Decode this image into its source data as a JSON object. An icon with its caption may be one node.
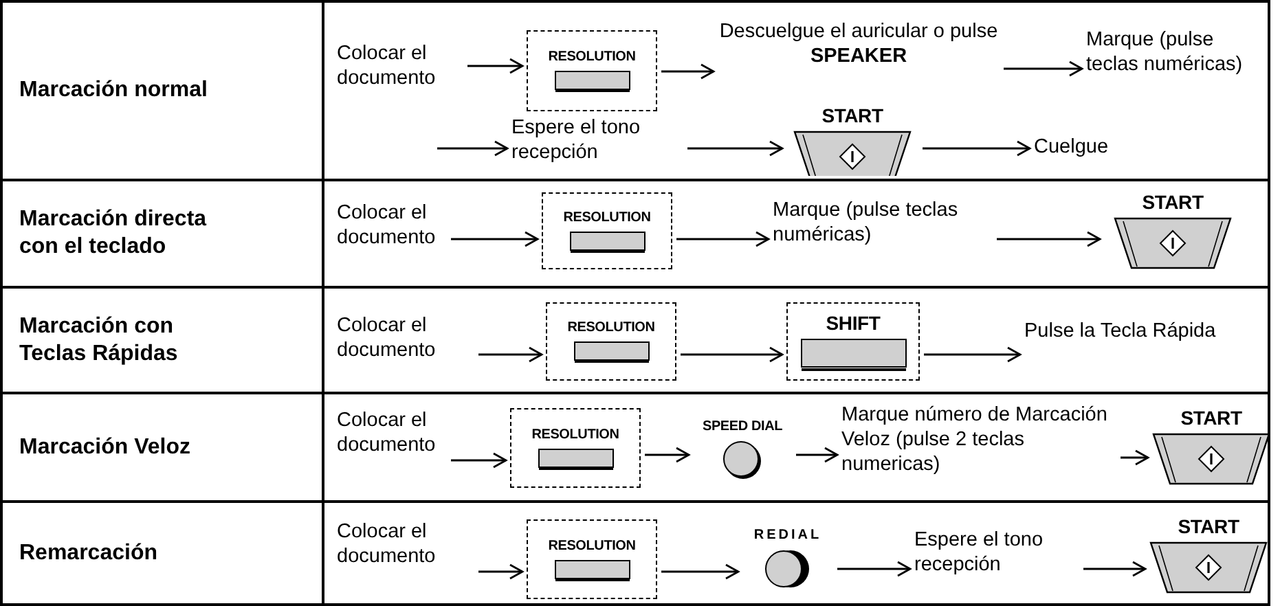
{
  "diagram": {
    "nodes": [
      {
        "text": [
          "Marcación normal"
        ]
      },
      {
        "text": [
          "Colocar el documento"
        ],
        "in": 0
      },
      {
        "text": [
          "RESOLUTION"
        ],
        "in": 0
      },
      {
        "text": [
          "Descuelgue el auricular o pulse **SPEAKER**"
        ],
        "in": 0
      },
      {
        "text": [
          "Marque (pulse teclas numéricas)"
        ],
        "in": 0
      },
      {
        "text": [
          "Espere el tono recepción"
        ],
        "in": 0
      },
      {
        "text": [
          "START"
        ],
        "in": 0
      },
      {
        "text": [
          "Cuelgue"
        ],
        "in": 0
      },
      {
        "text": [
          "Marcación directa con el teclado"
        ]
      },
      {
        "text": [
          "Colocar el documento"
        ],
        "in": 8
      },
      {
        "text": [
          "RESOLUTION"
        ],
        "in": 8
      },
      {
        "text": [
          "Marque (pulse teclas numéricas)"
        ],
        "in": 8
      },
      {
        "text": [
          "START"
        ],
        "in": 8
      },
      {
        "text": [
          "Marcación con Teclas Rápidas"
        ]
      },
      {
        "text": [
          "Colocar el documento"
        ],
        "in": 13
      },
      {
        "text": [
          "RESOLUTION"
        ],
        "in": 13
      },
      {
        "text": [
          "SHIFT"
        ],
        "in": 13
      },
      {
        "text": [
          "Pulse la Tecla Rápida"
        ],
        "in": 13
      },
      {
        "text": [
          "Marcación Veloz"
        ]
      },
      {
        "text": [
          "Colocar el documento"
        ],
        "in": 18
      },
      {
        "text": [
          "RESOLUTION"
        ],
        "in": 18
      },
      {
        "text": [
          "SPEED DIAL"
        ],
        "in": 18
      },
      {
        "text": [
          "Marque número de Marcación Veloz (pulse 2 teclas numericas)"
        ],
        "in": 18
      },
      {
        "text": [
          "START"
        ],
        "in": 18
      },
      {
        "text": [
          "Remarcación"
        ]
      },
      {
        "text": [
          "Colocar el documento"
        ],
        "in": 24
      },
      {
        "text": [
          "RESOLUTION"
        ],
        "in": 24
      },
      {
        "text": [
          "REDIAL"
        ],
        "in": 24
      },
      {
        "text": [
          "Espere el tono recepción"
        ],
        "in": 24
      },
      {
        "text": [
          "START"
        ],
        "in": 24
      }
    ],
    "edges": [
      {
        "from": 1,
        "to": 2,
        "arrow": "to"
      },
      {
        "from": 2,
        "to": 3,
        "arrow": "to"
      },
      {
        "from": 3,
        "to": 4,
        "arrow": "to"
      },
      {
        "from": null,
        "to": 5,
        "arrow": "to"
      },
      {
        "from": 5,
        "to": 6,
        "arrow": "to"
      },
      {
        "from": 6,
        "to": 7,
        "arrow": "to"
      },
      {
        "from": 9,
        "to": 10,
        "arrow": "to"
      },
      {
        "from": 10,
        "to": 11,
        "arrow": "to"
      },
      {
        "from": 11,
        "to": 12,
        "arrow": "to"
      },
      {
        "from": 14,
        "to": 15,
        "arrow": "to"
      },
      {
        "from": 15,
        "to": 16,
        "arrow": "to"
      },
      {
        "from": 16,
        "to": 17,
        "arrow": "to"
      },
      {
        "from": 19,
        "to": 20,
        "arrow": "to"
      },
      {
        "from": 20,
        "to": 21,
        "arrow": "to"
      },
      {
        "from": 21,
        "to": 22,
        "arrow": "to"
      },
      {
        "from": 22,
        "to": 23,
        "arrow": "to"
      },
      {
        "from": 25,
        "to": 26,
        "arrow": "to"
      },
      {
        "from": 26,
        "to": 27,
        "arrow": "to"
      },
      {
        "from": 27,
        "to": 28,
        "arrow": "to"
      },
      {
        "from": 28,
        "to": 29,
        "arrow": "to"
      }
    ]
  }
}
